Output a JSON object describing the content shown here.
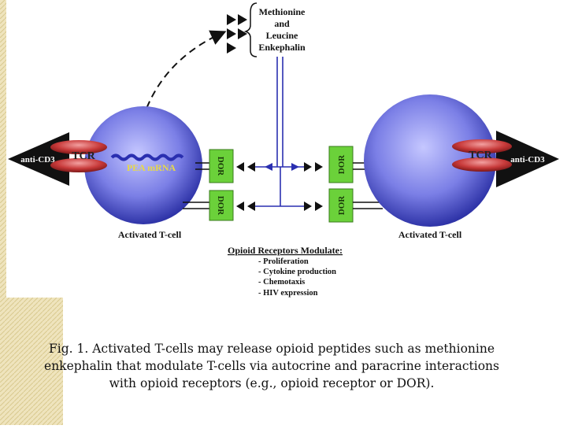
{
  "diagram": {
    "peptides_label": [
      "Methionine",
      "and",
      "Leucine",
      "Enkephalin"
    ],
    "left_cell": {
      "label": "Activated T-cell",
      "tcr": "TCR",
      "ligand": "anti-CD3",
      "mrna": "PEA mRNA"
    },
    "right_cell": {
      "label": "Activated T-cell",
      "tcr": "TCR",
      "ligand": "anti-CD3"
    },
    "receptor_label": "DOR",
    "modulate": {
      "title": "Opioid Receptors Modulate:",
      "items": [
        "- Proliferation",
        "- Cytokine production",
        "- Chemotaxis",
        "- HIV expression"
      ]
    },
    "colors": {
      "cell_fill": "#7b7fe6",
      "tcr_fill": "#c83a3a",
      "receptor_fill": "#6bd13a",
      "ligand_fill": "#111111",
      "line": "#2a2fb0",
      "side_texture": "#efe4bd"
    }
  },
  "caption": "Fig. 1. Activated T-cells may release opioid peptides such as methionine enkephalin that modulate T-cells via autocrine and paracrine interactions with opioid receptors (e.g.,  opioid receptor or DOR)."
}
